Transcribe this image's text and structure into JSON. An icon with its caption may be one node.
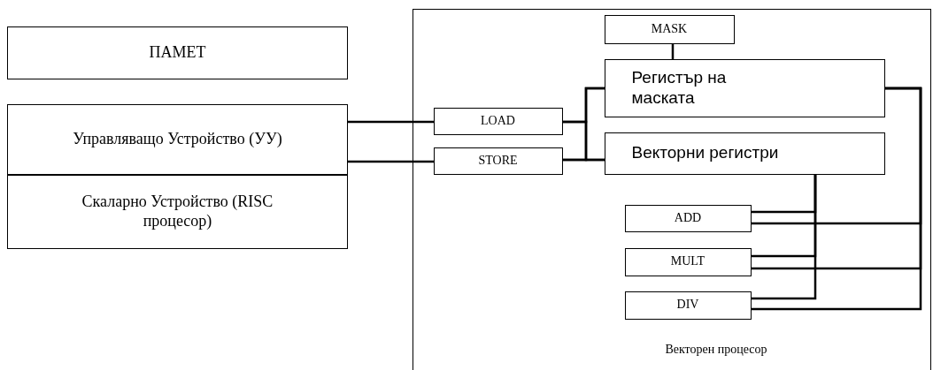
{
  "diagram": {
    "nodes": [
      {
        "text": [
          "ПАМЕТ"
        ]
      },
      {
        "text": [
          "Управляващо Устройство (УУ)"
        ]
      },
      {
        "text": [
          "Скаларно Устройство (RISC процесор)"
        ]
      },
      {
        "text": [
          "Векторен процесор"
        ]
      },
      {
        "text": [
          "MASK"
        ],
        "in": 3
      },
      {
        "text": [
          "Регистър на маската"
        ],
        "in": 3
      },
      {
        "text": [
          "LOAD"
        ],
        "in": 3
      },
      {
        "text": [
          "STORE"
        ],
        "in": 3
      },
      {
        "text": [
          "Векторни регистри"
        ],
        "in": 3
      },
      {
        "text": [
          "ADD"
        ],
        "in": 3
      },
      {
        "text": [
          "MULT"
        ],
        "in": 3
      },
      {
        "text": [
          "DIV"
        ],
        "in": 3
      }
    ],
    "edges": [
      {
        "from": 1,
        "to": 6,
        "arrow": "none"
      },
      {
        "from": 1,
        "to": 7,
        "arrow": "none"
      },
      {
        "from": 6,
        "to": 5,
        "arrow": "none"
      },
      {
        "from": 6,
        "to": 8,
        "arrow": "none"
      },
      {
        "from": 7,
        "to": 5,
        "arrow": "none"
      },
      {
        "from": 7,
        "to": 8,
        "arrow": "none"
      },
      {
        "from": 4,
        "to": 5,
        "arrow": "none"
      },
      {
        "from": 8,
        "to": 9,
        "arrow": "none"
      },
      {
        "from": 8,
        "to": 10,
        "arrow": "none"
      },
      {
        "from": 8,
        "to": 11,
        "arrow": "none"
      },
      {
        "from": 5,
        "to": 9,
        "arrow": "none"
      },
      {
        "from": 5,
        "to": 10,
        "arrow": "none"
      },
      {
        "from": 5,
        "to": 11,
        "arrow": "none"
      }
    ]
  }
}
